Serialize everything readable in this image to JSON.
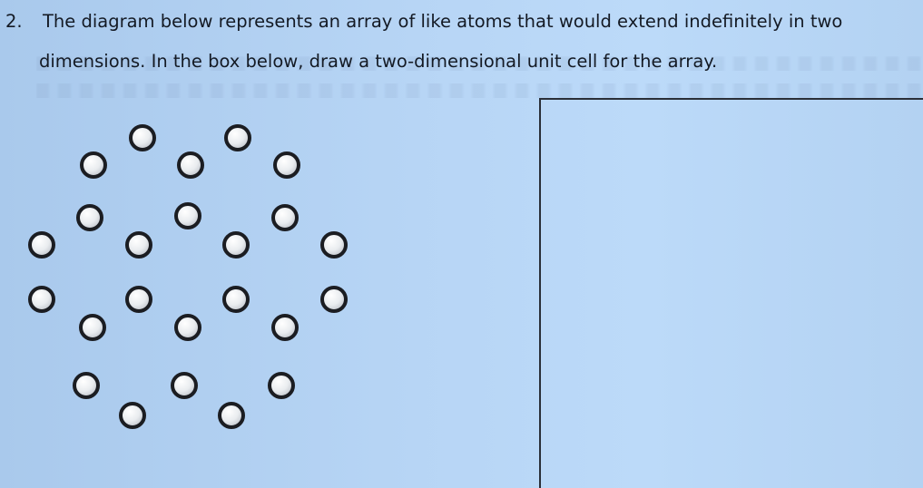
{
  "question": {
    "number": "2.",
    "line1": "The diagram below represents an array of like atoms that would extend indefinitely in two",
    "line2": "dimensions. In the box below, draw a two-dimensional unit cell for the array."
  },
  "diagram": {
    "atom_count": 24,
    "atom_color": "#f2f4f6",
    "atom_outline": "#1b1d22"
  },
  "colors": {
    "background": "#b7d5f5",
    "text": "#141a24",
    "box_border": "#2a2f38"
  }
}
